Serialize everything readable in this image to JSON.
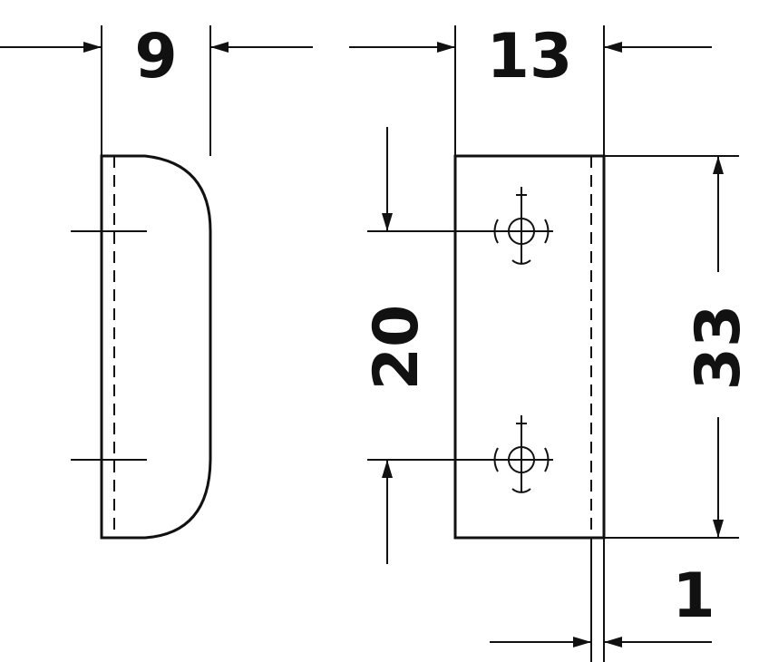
{
  "colors": {
    "line": "#111111",
    "background": "#ffffff"
  },
  "dimensions": {
    "side_width": "9",
    "front_width": "13",
    "hole_spacing": "20",
    "height": "33",
    "offset": "1"
  }
}
